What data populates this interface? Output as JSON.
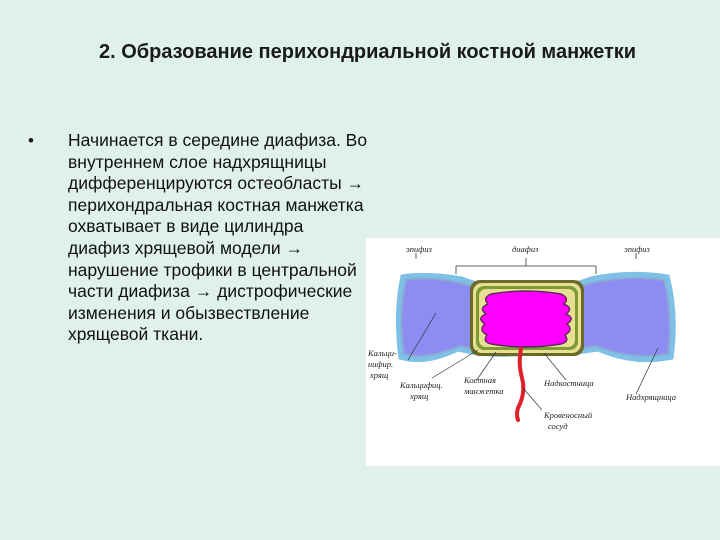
{
  "slide": {
    "title": "2. Образование перихондриальной костной манжетки",
    "bullet": "•",
    "text": "Начинается в середине диафиза. Во внутреннем слое надхрящницы дифференцируются остеобласты → перихондральная костная манжетка охватывает в виде цилиндра диафиз хрящевой модели → нарушение трофики в центральной части диафиза → дистрофические изменения и обызвествление хрящевой ткани."
  },
  "figure": {
    "labels": {
      "left_top": "эпифиз",
      "center_top": "диафиз",
      "right_top": "эпифиз",
      "cartilage_1": "Кальци-",
      "cartilage_2": "нифир.",
      "cartilage_3": "хрящ",
      "calc_1": "Кальцифиц.",
      "calc_2": "хрящ",
      "cuff_1": "Костная",
      "cuff_2": "манжетка",
      "periosteum": "Надкостница",
      "perichondrium": "Надхрящница",
      "vessel_1": "Кровеносный",
      "vessel_2": "сосуд"
    },
    "colors": {
      "cartilage": "#8c8cf2",
      "cartilage_edge": "#8aa9d3",
      "perichondrium": "#7fc0e6",
      "cuff_outer": "#6b6a28",
      "cuff_light": "#e9df92",
      "cuff_green": "#7d9a36",
      "calcified": "#ff00ff",
      "vessel": "#e0202a"
    }
  }
}
